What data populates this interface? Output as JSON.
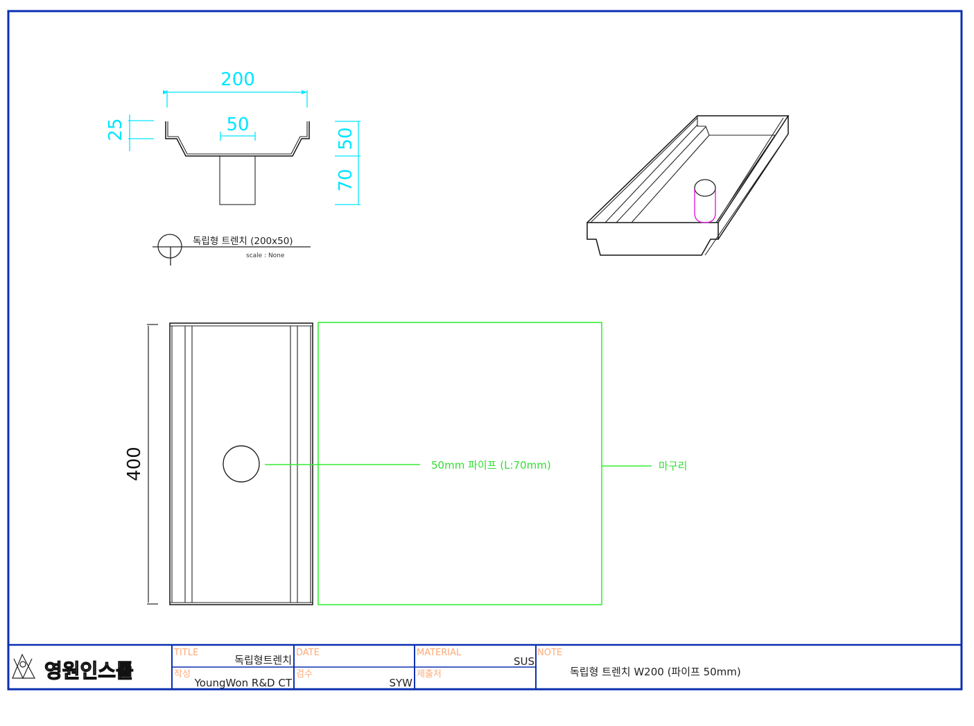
{
  "drawing": {
    "colors": {
      "frame": "#0a2fb0",
      "dimension": "#00e5ff",
      "annotation": "#33ee33",
      "hidden_pipe": "#e020e0",
      "titleblock_label": "#ffaa77",
      "object_line": "#111111"
    },
    "section_view": {
      "dim_width": "200",
      "dim_pipe_dia": "50",
      "dim_lip": "25",
      "dim_depth": "50",
      "dim_pipe_length": "70",
      "caption_title": "독립형 트렌치 (200x50)",
      "caption_scale": "scale : None"
    },
    "iso_view": {
      "description": "3D isometric view of trench with pipe"
    },
    "plan_view": {
      "dim_length": "400",
      "callout_pipe": "50mm 파이프 (L:70mm)",
      "callout_finish": "마구리"
    },
    "title_block": {
      "logo_text": "영원인스톨",
      "title_label": "TITLE",
      "title_value": "독립형트렌치",
      "author_label": "작성",
      "author_value": "YoungWon R&D CT",
      "date_label": "DATE",
      "date_value": "",
      "checker_label": "검수",
      "checker_value": "SYW",
      "material_label": "MATERIAL",
      "material_value": "SUS",
      "submit_label": "제출처",
      "submit_value": "",
      "note_label": "NOTE",
      "note_value": "독립형 트렌치 W200 (파이프 50mm)"
    }
  }
}
